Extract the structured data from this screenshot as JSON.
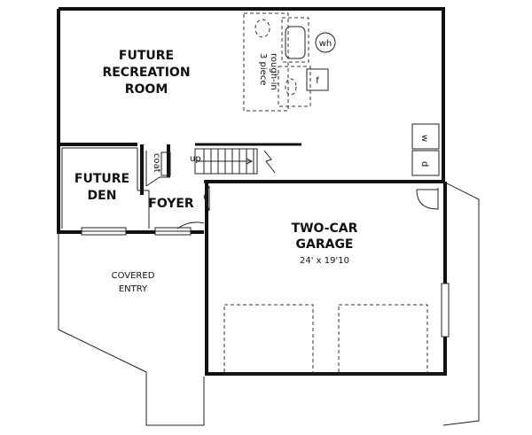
{
  "rooms": {
    "recreation": {
      "line1": "FUTURE",
      "line2": "RECREATION",
      "line3": "ROOM"
    },
    "den": {
      "line1": "FUTURE",
      "line2": "DEN"
    },
    "foyer": "FOYER",
    "garage": {
      "line1": "TWO-CAR",
      "line2": "GARAGE",
      "dimensions": "24' x 19'10"
    },
    "covered_entry": {
      "line1": "COVERED",
      "line2": "ENTRY"
    }
  },
  "fixtures": {
    "rough_in_line1": "3 piece",
    "rough_in_line2": "rough-in",
    "water_heater": "wh",
    "furnace": "f",
    "washer": "w",
    "dryer": "d",
    "coat_closet": "coat",
    "stairs_up": "up"
  }
}
